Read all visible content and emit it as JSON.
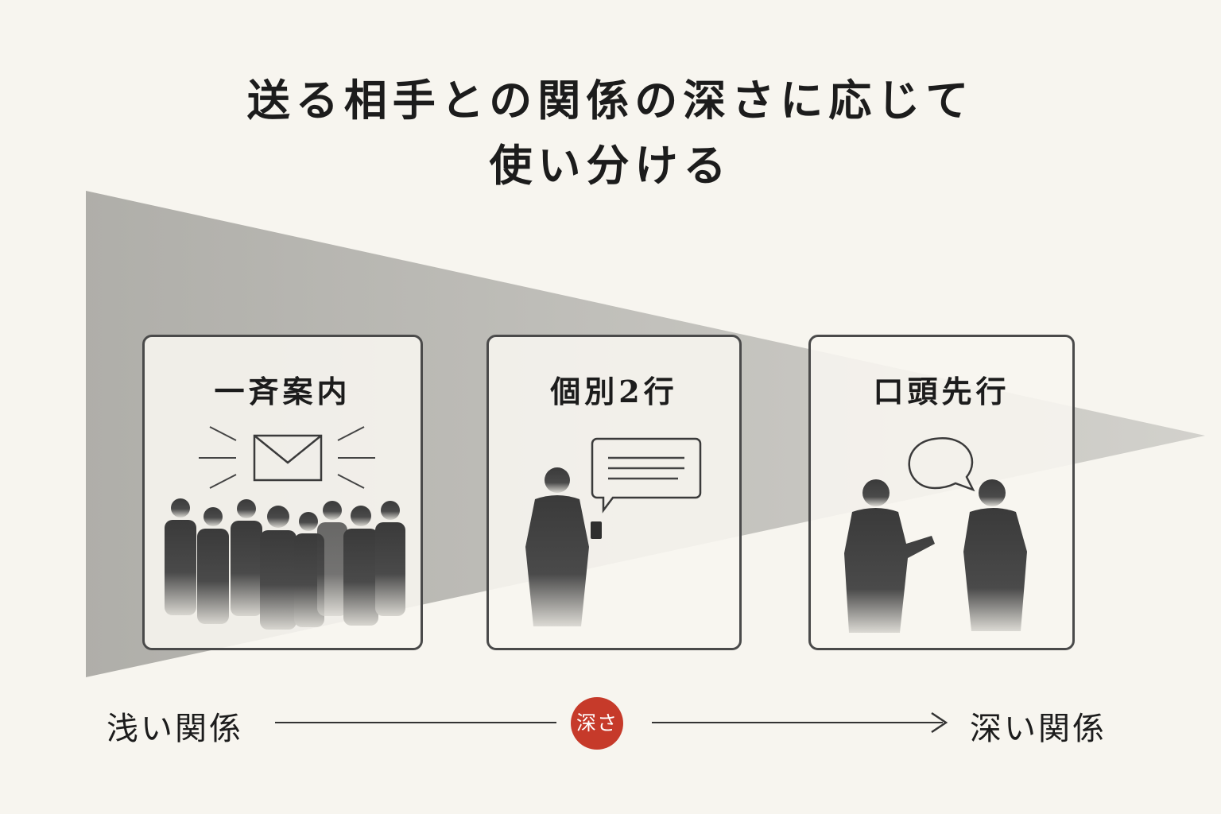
{
  "title": {
    "line1": "送る相手との関係の深さに応じて",
    "line2": "使い分ける"
  },
  "panels": [
    {
      "label": "一斉案内",
      "icon": "envelope-icon"
    },
    {
      "label": "個別2行",
      "icon": "chat-bubble-lines-icon"
    },
    {
      "label": "口頭先行",
      "icon": "speech-bubble-icon"
    }
  ],
  "axis": {
    "left_label": "浅い関係",
    "right_label": "深い関係",
    "badge": "深さ"
  },
  "colors": {
    "background": "#f7f5ef",
    "accent": "#c63a2a",
    "wedge": "#b4b3ae",
    "ink": "#1c1c1c"
  }
}
